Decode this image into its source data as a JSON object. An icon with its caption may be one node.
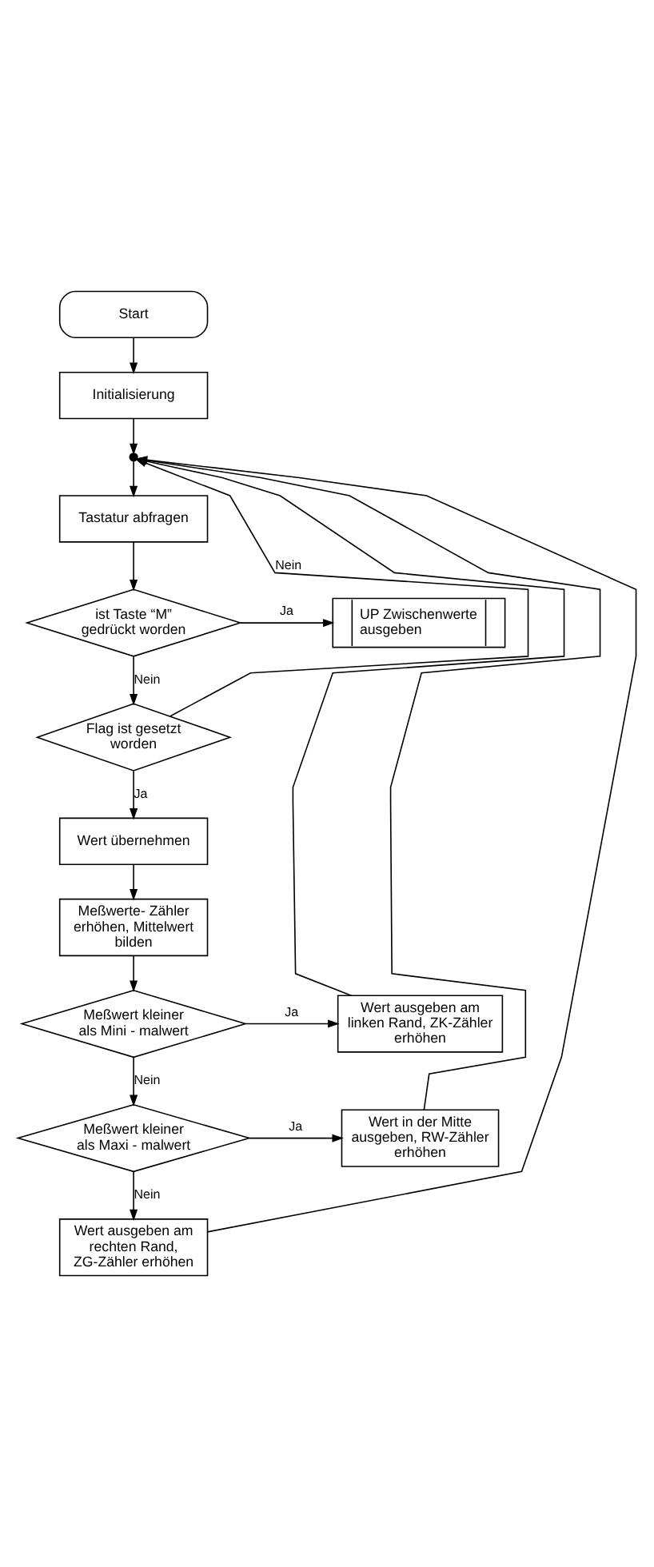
{
  "diagram": {
    "nodes": [
      {
        "text": [
          "Start"
        ]
      },
      {
        "text": [
          "Initialisierung"
        ]
      },
      {
        "text": [],
        "shape": "circle"
      },
      {
        "text": [
          "Tastatur abfragen"
        ]
      },
      {
        "text": [
          "ist Taste “M” gedrückt worden"
        ]
      },
      {
        "text": [
          "UP Zwischenwerte ausgeben"
        ]
      },
      {
        "text": [
          "Flag ist gesetzt worden"
        ]
      },
      {
        "text": [
          "Wert übernehmen"
        ]
      },
      {
        "text": [
          "Meßwerte- Zähler erhöhen, Mittelwert bilden"
        ]
      },
      {
        "text": [
          "Meßwert kleiner als Mini - malwert"
        ]
      },
      {
        "text": [
          "Wert ausgeben am linken Rand, ZK-Zähler erhöhen"
        ]
      },
      {
        "text": [
          "Meßwert kleiner als Maxi - malwert"
        ]
      },
      {
        "text": [
          "Wert in der Mitte ausgeben, RW-Zähler erhöhen"
        ]
      },
      {
        "text": [
          "Wert ausgeben am rechten Rand, ZG-Zähler erhöhen"
        ]
      }
    ],
    "edges": [
      {
        "from": 0,
        "to": 1,
        "arrow": "to"
      },
      {
        "from": 1,
        "to": 2,
        "arrow": "to"
      },
      {
        "from": 2,
        "to": 3,
        "arrow": "to"
      },
      {
        "from": 3,
        "to": 4,
        "arrow": "to"
      },
      {
        "from": 4,
        "to": 5,
        "arrow": "to",
        "label": "Ja"
      },
      {
        "from": 4,
        "to": 6,
        "arrow": "to",
        "label": "Nein"
      },
      {
        "from": 6,
        "to": 2,
        "arrow": "to",
        "label": "Nein"
      },
      {
        "from": 6,
        "to": 7,
        "arrow": "to",
        "label": "Ja"
      },
      {
        "from": 7,
        "to": 8,
        "arrow": "to"
      },
      {
        "from": 8,
        "to": 9,
        "arrow": "to"
      },
      {
        "from": 9,
        "to": 10,
        "arrow": "to",
        "label": "Ja"
      },
      {
        "from": 9,
        "to": 11,
        "arrow": "to",
        "label": "Nein"
      },
      {
        "from": 10,
        "to": 2,
        "arrow": "to"
      },
      {
        "from": 11,
        "to": 12,
        "arrow": "to",
        "label": "Ja"
      },
      {
        "from": 11,
        "to": 13,
        "arrow": "to",
        "label": "Nein"
      },
      {
        "from": 12,
        "to": 2,
        "arrow": "to"
      },
      {
        "from": 13,
        "to": 2,
        "arrow": "to"
      }
    ]
  }
}
